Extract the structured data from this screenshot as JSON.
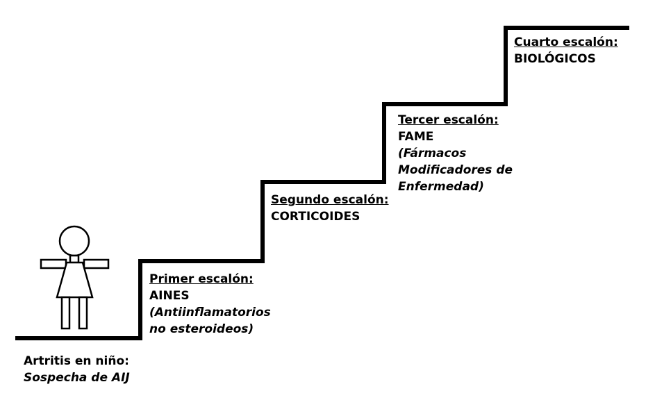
{
  "start": {
    "line1": "Artritis en niño:",
    "line2": "Sospecha de AIJ"
  },
  "steps": [
    {
      "heading": "Primer escalón:",
      "name": "AINES",
      "detail": [
        "(Antiinflamatorios",
        "no esteroideos)"
      ]
    },
    {
      "heading": "Segundo escalón:",
      "name": "CORTICOIDES",
      "detail": []
    },
    {
      "heading": "Tercer escalón:",
      "name": "FAME",
      "detail": [
        "(Fármacos",
        "Modificadores de",
        "Enfermedad)"
      ]
    },
    {
      "heading": "Cuarto escalón:",
      "name": "BIOLÓGICOS",
      "detail": []
    }
  ],
  "colors": {
    "line": "#000000",
    "text": "#000000",
    "background": "#ffffff"
  },
  "icons": {
    "figure": "child-figure-icon"
  }
}
